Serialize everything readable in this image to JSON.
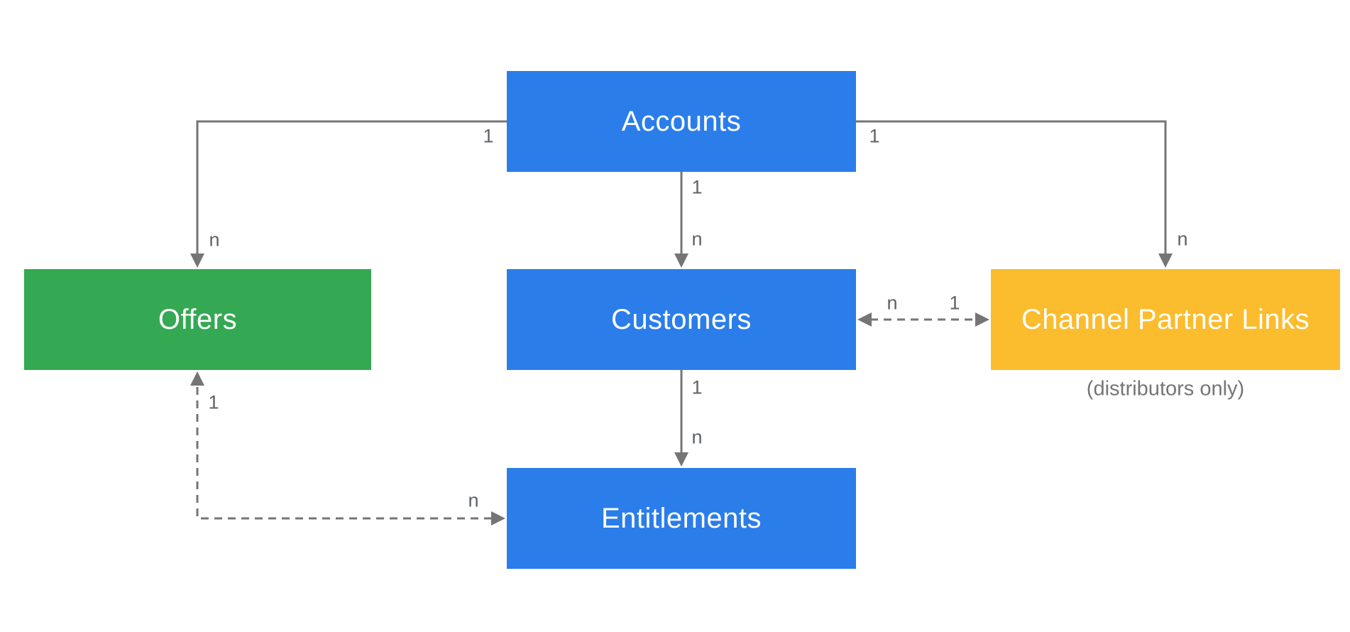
{
  "diagram": {
    "background": "#ffffff",
    "colors": {
      "blue": "#2b7de9",
      "green": "#34a853",
      "yellow": "#fbbc2d",
      "line": "#757575",
      "edge_label": "#5f6368",
      "node_text": "#ffffff"
    },
    "nodes": [
      {
        "id": "accounts",
        "label": "Accounts",
        "color": "blue"
      },
      {
        "id": "offers",
        "label": "Offers",
        "color": "green"
      },
      {
        "id": "customers",
        "label": "Customers",
        "color": "blue"
      },
      {
        "id": "channel-partner-links",
        "label": "Channel Partner Links",
        "color": "yellow",
        "note": "(distributors only)"
      },
      {
        "id": "entitlements",
        "label": "Entitlements",
        "color": "blue"
      }
    ],
    "edges": [
      {
        "from": "Accounts",
        "to": "Offers",
        "from_label": "1",
        "to_label": "n",
        "style": "solid",
        "bidirectional": false
      },
      {
        "from": "Accounts",
        "to": "Customers",
        "from_label": "1",
        "to_label": "n",
        "style": "solid",
        "bidirectional": false
      },
      {
        "from": "Accounts",
        "to": "Channel Partner Links",
        "from_label": "1",
        "to_label": "n",
        "style": "solid",
        "bidirectional": false
      },
      {
        "from": "Customers",
        "to": "Channel Partner Links",
        "from_label": "n",
        "to_label": "1",
        "style": "dashed",
        "bidirectional": true
      },
      {
        "from": "Customers",
        "to": "Entitlements",
        "from_label": "1",
        "to_label": "n",
        "style": "solid",
        "bidirectional": false
      },
      {
        "from": "Offers",
        "to": "Entitlements",
        "from_label": "1",
        "to_label": "n",
        "style": "dashed",
        "bidirectional": true
      }
    ]
  }
}
